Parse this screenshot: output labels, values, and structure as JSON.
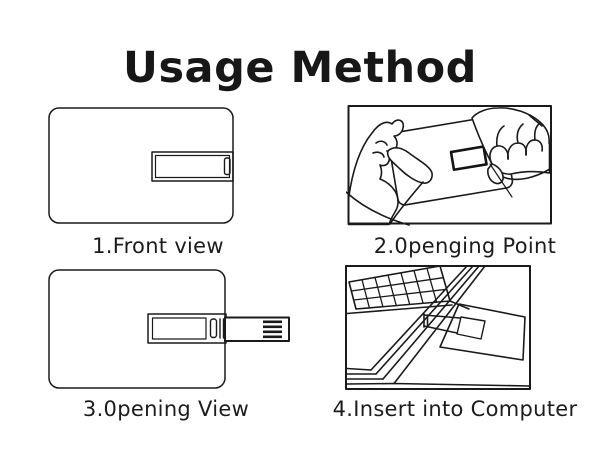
{
  "title": "Usage Method",
  "colors": {
    "ink": "#1a1a1a",
    "background": "#ffffff"
  },
  "steps": [
    {
      "label": "1.Front view",
      "illustration": "usb-card-front-view"
    },
    {
      "label": "2.0penging Point",
      "illustration": "hands-opening-usb-card"
    },
    {
      "label": "3.0pening View",
      "illustration": "usb-card-connector-extended"
    },
    {
      "label": "4.Insert into Computer",
      "illustration": "usb-card-inserted-into-laptop"
    }
  ]
}
